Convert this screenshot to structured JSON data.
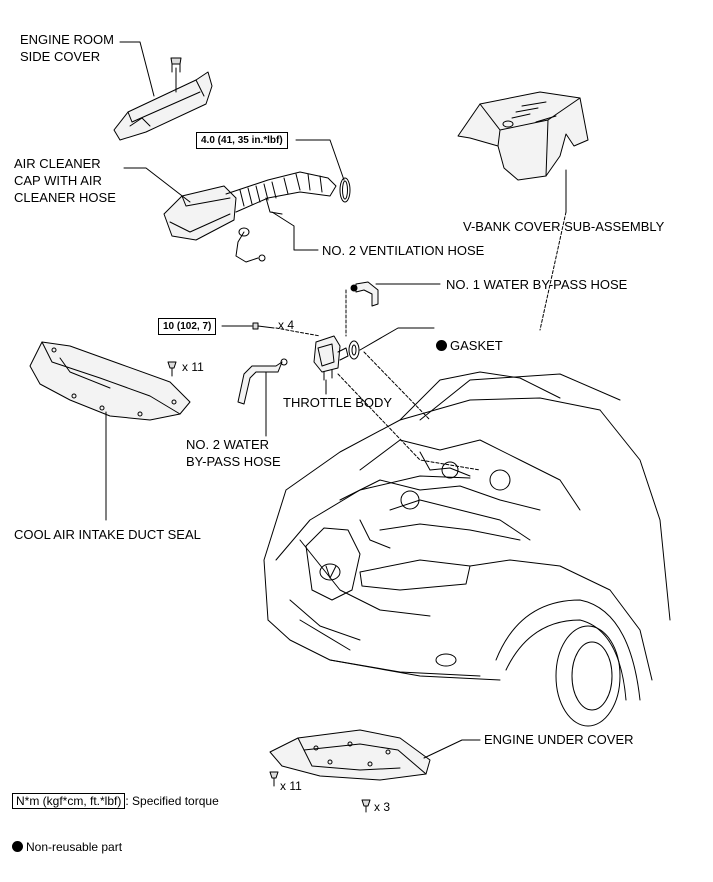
{
  "labels": {
    "engine_room_side_cover": "ENGINE ROOM\nSIDE COVER",
    "air_cleaner_cap": "AIR CLEANER\nCAP WITH AIR\nCLEANER HOSE",
    "v_bank_cover": "V-BANK COVER SUB-ASSEMBLY",
    "no2_ventilation_hose": "NO. 2 VENTILATION HOSE",
    "no1_water_bypass_hose": "NO. 1 WATER BY-PASS HOSE",
    "gasket": "GASKET",
    "throttle_body": "THROTTLE BODY",
    "no2_water_bypass_hose": "NO. 2 WATER\nBY-PASS HOSE",
    "cool_air_intake_duct_seal": "COOL AIR INTAKE DUCT SEAL",
    "engine_under_cover": "ENGINE UNDER COVER"
  },
  "torque": {
    "hose_clamp": "4.0 (41, 35 in.*lbf)",
    "throttle_bolts": "10 (102, 7)"
  },
  "quantities": {
    "throttle_bolts": "x 4",
    "duct_seal_clips": "x 11",
    "under_cover_clips": "x 11",
    "under_cover_bolts": "x 3"
  },
  "legend": {
    "torque_unit": "N*m (kgf*cm, ft.*lbf)",
    "torque_text": ": Specified torque",
    "non_reusable": "Non-reusable part"
  }
}
